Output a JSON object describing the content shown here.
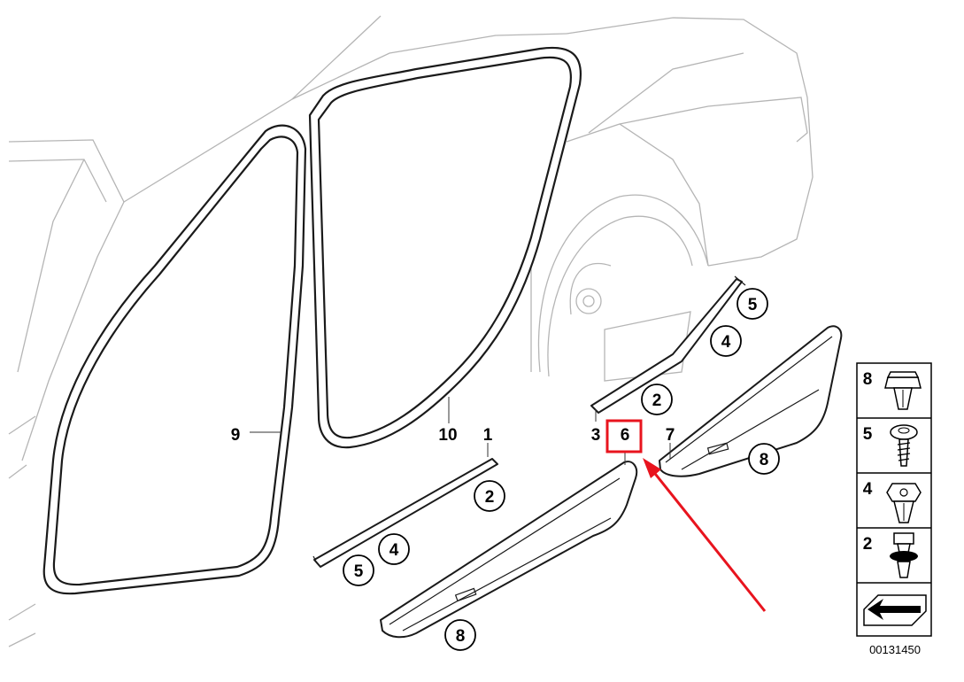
{
  "diagram": {
    "callouts_plain": [
      {
        "id": "9",
        "text": "9"
      },
      {
        "id": "10",
        "text": "10"
      },
      {
        "id": "1",
        "text": "1"
      },
      {
        "id": "3",
        "text": "3"
      },
      {
        "id": "6",
        "text": "6"
      },
      {
        "id": "7",
        "text": "7"
      }
    ],
    "callouts_circled": [
      {
        "id": "5a",
        "text": "5"
      },
      {
        "id": "4a",
        "text": "4"
      },
      {
        "id": "2a",
        "text": "2"
      },
      {
        "id": "8a",
        "text": "8"
      },
      {
        "id": "2b",
        "text": "2"
      },
      {
        "id": "4b",
        "text": "4"
      },
      {
        "id": "5b",
        "text": "5"
      },
      {
        "id": "8b",
        "text": "8"
      }
    ],
    "fastener_panel": [
      {
        "id": "p8",
        "text": "8",
        "icon": "clip-icon"
      },
      {
        "id": "p5",
        "text": "5",
        "icon": "screw-icon"
      },
      {
        "id": "p4",
        "text": "4",
        "icon": "nut-icon"
      },
      {
        "id": "p2",
        "text": "2",
        "icon": "push-rivet-icon"
      }
    ],
    "part_number": "00131450",
    "highlight": {
      "target": "6",
      "color": "#e8141e"
    }
  }
}
